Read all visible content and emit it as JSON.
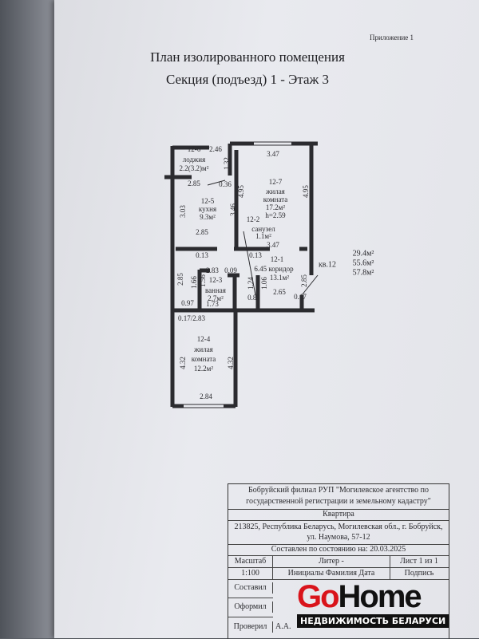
{
  "appendix": "Приложение 1",
  "title_line1": "План изолированного помещения",
  "title_line2": "Секция (подъезд) 1 - Этаж 3",
  "plan": {
    "labels": [
      {
        "id": "12-6",
        "t": "12-6"
      },
      {
        "t": "2.46"
      },
      {
        "t": "лоджия"
      },
      {
        "t": "2.2(3.2)м²"
      },
      {
        "t": "1.32"
      },
      {
        "t": "2.85"
      },
      {
        "t": "0.36"
      },
      {
        "t": "3.47"
      },
      {
        "t": "12-7"
      },
      {
        "t": "жилая"
      },
      {
        "t": "комната"
      },
      {
        "t": "17.2м²"
      },
      {
        "t": "h=2.59"
      },
      {
        "t": "4.95"
      },
      {
        "t": "4.95"
      },
      {
        "t": "3.46"
      },
      {
        "t": "3.03"
      },
      {
        "t": "12-5"
      },
      {
        "t": "кухня"
      },
      {
        "t": "9.3м²"
      },
      {
        "t": "12-2"
      },
      {
        "t": "санузел"
      },
      {
        "t": "1.1м²"
      },
      {
        "t": "2.85"
      },
      {
        "t": "3.47"
      },
      {
        "t": "0.13"
      },
      {
        "t": "0.13"
      },
      {
        "t": "12-1"
      },
      {
        "t": "6.45 коридор"
      },
      {
        "t": "13.1м²"
      },
      {
        "t": "2.85"
      },
      {
        "t": "2.83"
      },
      {
        "t": "0.09"
      },
      {
        "t": "12-3"
      },
      {
        "t": "ванная"
      },
      {
        "t": "2.7м²"
      },
      {
        "t": "1.66"
      },
      {
        "t": "1.56"
      },
      {
        "t": "1.24"
      },
      {
        "t": "1.06"
      },
      {
        "t": "0.85"
      },
      {
        "t": "2.65"
      },
      {
        "t": "0.17"
      },
      {
        "t": "0.97"
      },
      {
        "t": "1.73"
      },
      {
        "t": "0.17/2.83"
      },
      {
        "t": "2.85"
      },
      {
        "t": "12-4"
      },
      {
        "t": "жилая"
      },
      {
        "t": "комната"
      },
      {
        "t": "12.2м²"
      },
      {
        "t": "4.32"
      },
      {
        "t": "4.32"
      },
      {
        "t": "2.84"
      }
    ],
    "apartment": "кв.12",
    "area_living": "29.4м²",
    "area_total": "55.6м²",
    "area_with_loggia": "57.8м²"
  },
  "stamp": {
    "org_line1": "Бобруйский филиал РУП \"Могилевское агентство по",
    "org_line2": "государственной регистрации и земельному кадастру\"",
    "object": "Квартира",
    "addr_line1": "213825, Республика Беларусь, Могилевская обл., г. Бобруйск,",
    "addr_line2": "ул. Наумова, 57-12",
    "date_line": "Составлен по состоянию на: 20.03.2025",
    "scale_label": "Масштаб",
    "scale": "1:100",
    "liter": "Литер -",
    "sheet": "Лист 1 из 1",
    "cols": "Инициалы Фамилия Дата",
    "sign": "Подпись",
    "composed": "Составил",
    "formatted": "Оформил",
    "checked": "Проверил",
    "checked_by": "А.А."
  },
  "watermark": {
    "go": "Go",
    "home": "Home",
    "sub": "НЕДВИЖИМОСТЬ БЕЛАРУСИ"
  }
}
